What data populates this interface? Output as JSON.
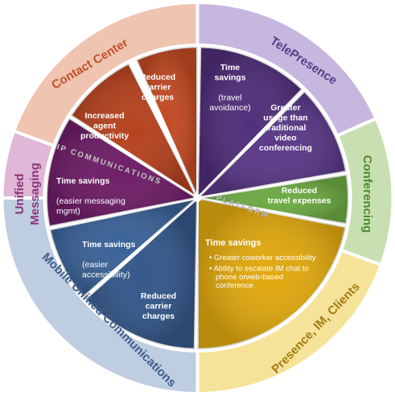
{
  "outer_sections": [
    {
      "key": "contact",
      "label": "Contact Center",
      "color": "#efc4b1",
      "text_color": "#c1502a"
    },
    {
      "key": "tele",
      "label": "TelePresence",
      "color": "#c7b7df",
      "text_color": "#5a3b86"
    },
    {
      "key": "conf",
      "label": "Conferencing",
      "color": "#c8e0b1",
      "text_color": "#4c8a2b"
    },
    {
      "key": "presence",
      "label": "Presence, IM, Clients",
      "color": "#f6e39a",
      "text_color": "#a27c0f"
    },
    {
      "key": "mobile",
      "label": "Mobile Unified Communications",
      "color": "#bfcde1",
      "text_color": "#3d5d8a"
    },
    {
      "key": "unified",
      "label": "Unified Messaging",
      "color": "#e0b7d6",
      "text_color": "#8b3579"
    }
  ],
  "inner_sections": [
    {
      "key": "cc1",
      "lines": [
        "Increased",
        "agent",
        "productivity"
      ],
      "color": "#b5421e"
    },
    {
      "key": "cc2",
      "lines": [
        "Reduced",
        "carrier",
        "charges"
      ],
      "color": "#c24a23"
    },
    {
      "key": "tp1",
      "lines": [
        "Time",
        "savings",
        "",
        "(travel",
        "avoidance)"
      ],
      "color": "#4f2e79"
    },
    {
      "key": "tp2",
      "lines": [
        "Greater",
        "usage than",
        "traditional",
        "video",
        "conferencing"
      ],
      "color": "#5a3888"
    },
    {
      "key": "conf1",
      "lines": [
        "Reduced",
        "travel expenses"
      ],
      "color": "#6daa43"
    },
    {
      "key": "pres1",
      "title": "Time savings",
      "bullets": [
        "Greater coworker accessibility",
        "Ability to escalate IM chat to phone orweb-based conference"
      ],
      "color": "#e1a90f"
    },
    {
      "key": "mob1",
      "lines": [
        "Reduced",
        "carrier",
        "charges"
      ],
      "color": "#34578a"
    },
    {
      "key": "mob2",
      "lines": [
        "Time savings",
        "",
        "(easier",
        "accessibility)"
      ],
      "color": "#3a6297"
    },
    {
      "key": "um1",
      "lines": [
        "Time savings",
        "",
        "(easier messaging",
        "mgmt)"
      ],
      "color": "#6e1d67"
    }
  ],
  "platform_label_1": "IP COMMUNICATIONS",
  "platform_label_2": "PLATFORM"
}
